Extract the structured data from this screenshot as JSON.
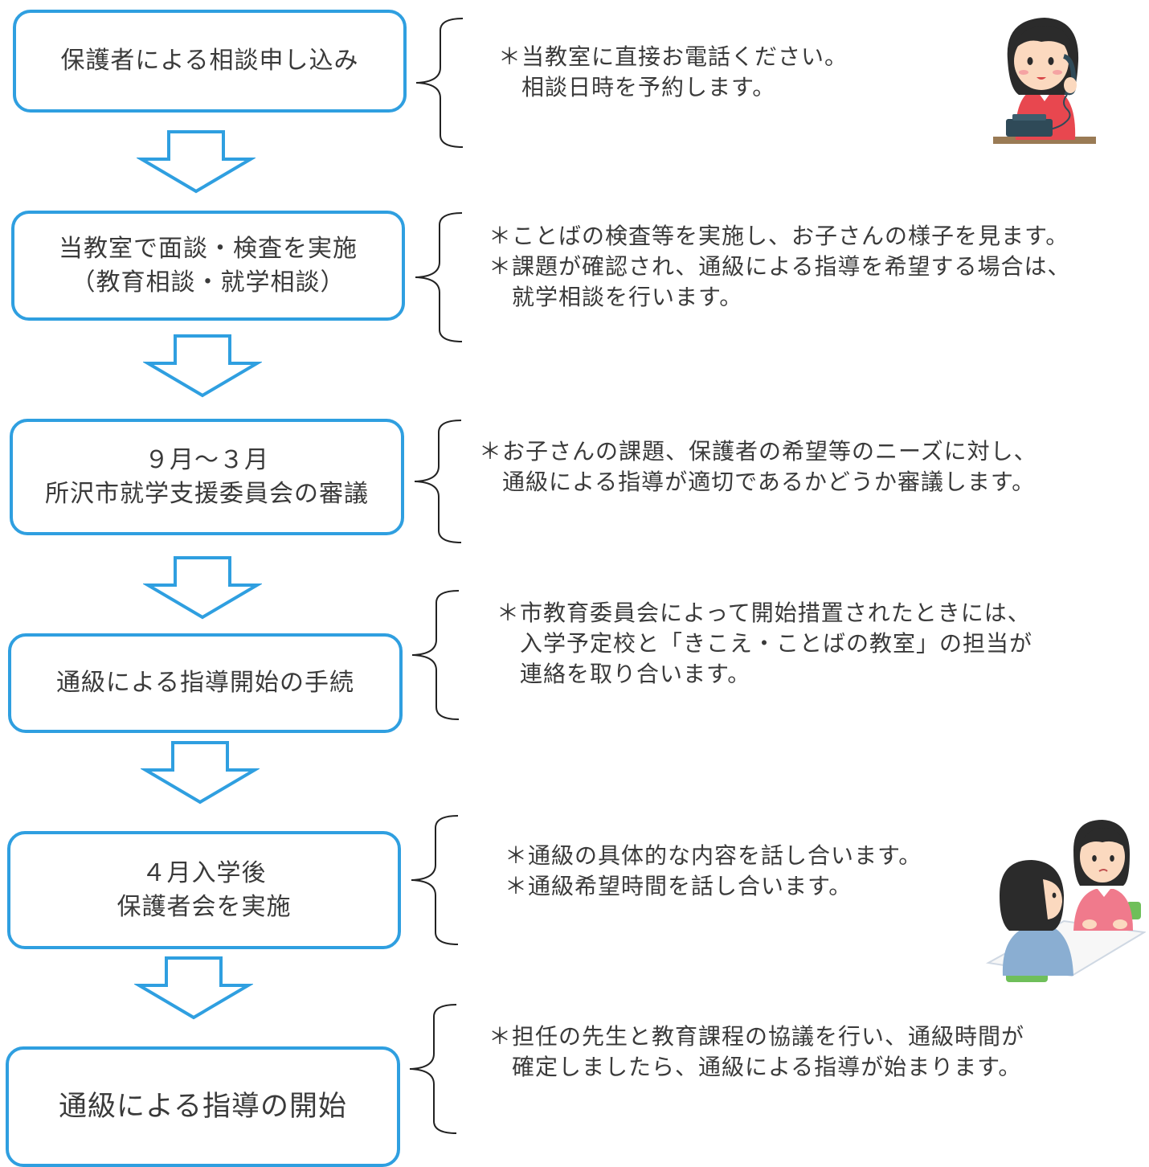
{
  "colors": {
    "box_border": "#2f9fe0",
    "arrow_stroke": "#2f9fe0",
    "text": "#3a3a3a",
    "brace": "#222222"
  },
  "steps": [
    {
      "lines": [
        "保護者による相談申し込み"
      ],
      "note": [
        "＊当教室に直接お電話ください。",
        "　相談日時を予約します。"
      ],
      "illustration": "woman-on-phone"
    },
    {
      "lines": [
        "当教室で面談・検査を実施",
        "（教育相談・就学相談）"
      ],
      "note": [
        "＊ことばの検査等を実施し、お子さんの様子を見ます。",
        "＊課題が確認され、通級による指導を希望する場合は、",
        "　就学相談を行います。"
      ]
    },
    {
      "lines": [
        "９月～３月",
        "所沢市就学支援委員会の審議"
      ],
      "note": [
        "＊お子さんの課題、保護者の希望等のニーズに対し、",
        "　通級による指導が適切であるかどうか審議します。"
      ]
    },
    {
      "lines": [
        "通級による指導開始の手続"
      ],
      "note": [
        "＊市教育委員会によって開始措置されたときには、",
        "　入学予定校と「きこえ・ことばの教室」の担当が",
        "　連絡を取り合います。"
      ]
    },
    {
      "lines": [
        "４月入学後",
        "保護者会を実施"
      ],
      "note": [
        "＊通級の具体的な内容を話し合います。",
        "＊通級希望時間を話し合います。"
      ],
      "illustration": "two-people-talking"
    },
    {
      "lines": [
        "通級による指導の開始"
      ],
      "note": [
        "＊担任の先生と教育課程の協議を行い、通級時間が",
        "　確定しましたら、通級による指導が始まります。"
      ]
    }
  ]
}
